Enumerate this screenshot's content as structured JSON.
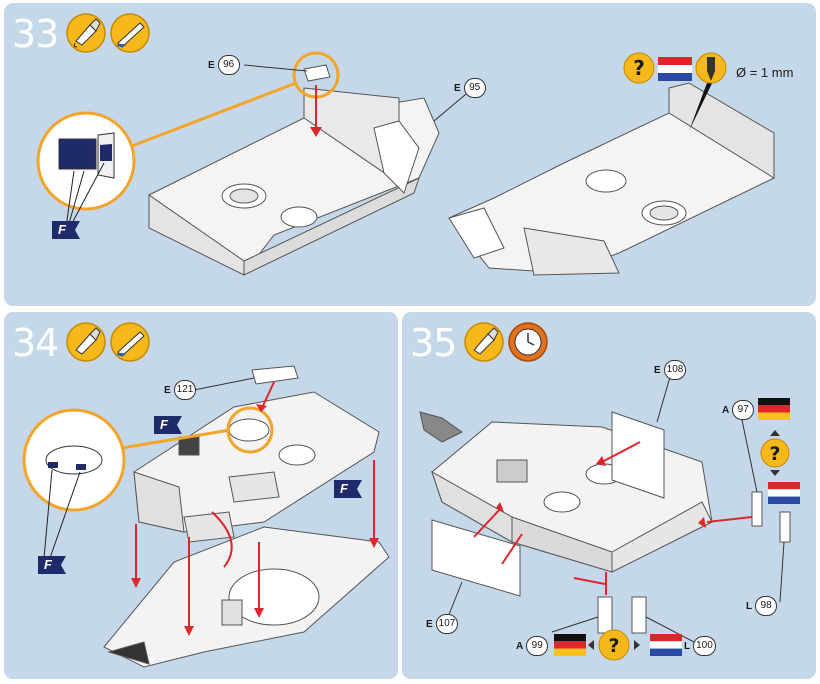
{
  "steps": [
    {
      "number": "33",
      "icons": [
        "glue-tube-icon",
        "glue-brush-icon"
      ]
    },
    {
      "number": "34",
      "icons": [
        "glue-tube-icon",
        "glue-brush-icon"
      ]
    },
    {
      "number": "35",
      "icons": [
        "glue-tube-icon",
        "clock-dry-icon"
      ]
    }
  ],
  "step33": {
    "parts": [
      {
        "letter": "E",
        "number": "96"
      },
      {
        "letter": "E",
        "number": "95"
      }
    ],
    "paint_code": "F",
    "drill_label": "Ø = 1 mm"
  },
  "step34": {
    "parts": [
      {
        "letter": "E",
        "number": "121"
      }
    ],
    "paint_code": "F"
  },
  "step35": {
    "parts": [
      {
        "letter": "E",
        "number": "108"
      },
      {
        "letter": "A",
        "number": "97"
      },
      {
        "letter": "L",
        "number": "98"
      },
      {
        "letter": "E",
        "number": "107"
      },
      {
        "letter": "A",
        "number": "99"
      },
      {
        "letter": "L",
        "number": "100"
      }
    ]
  },
  "colors": {
    "panel_bg": "#c5d8ea",
    "callout_orange": "#f2a52a",
    "arrow_red": "#e0252b",
    "paint_navy": "#1f2a6b",
    "icon_yellow": "#f6b81a"
  }
}
